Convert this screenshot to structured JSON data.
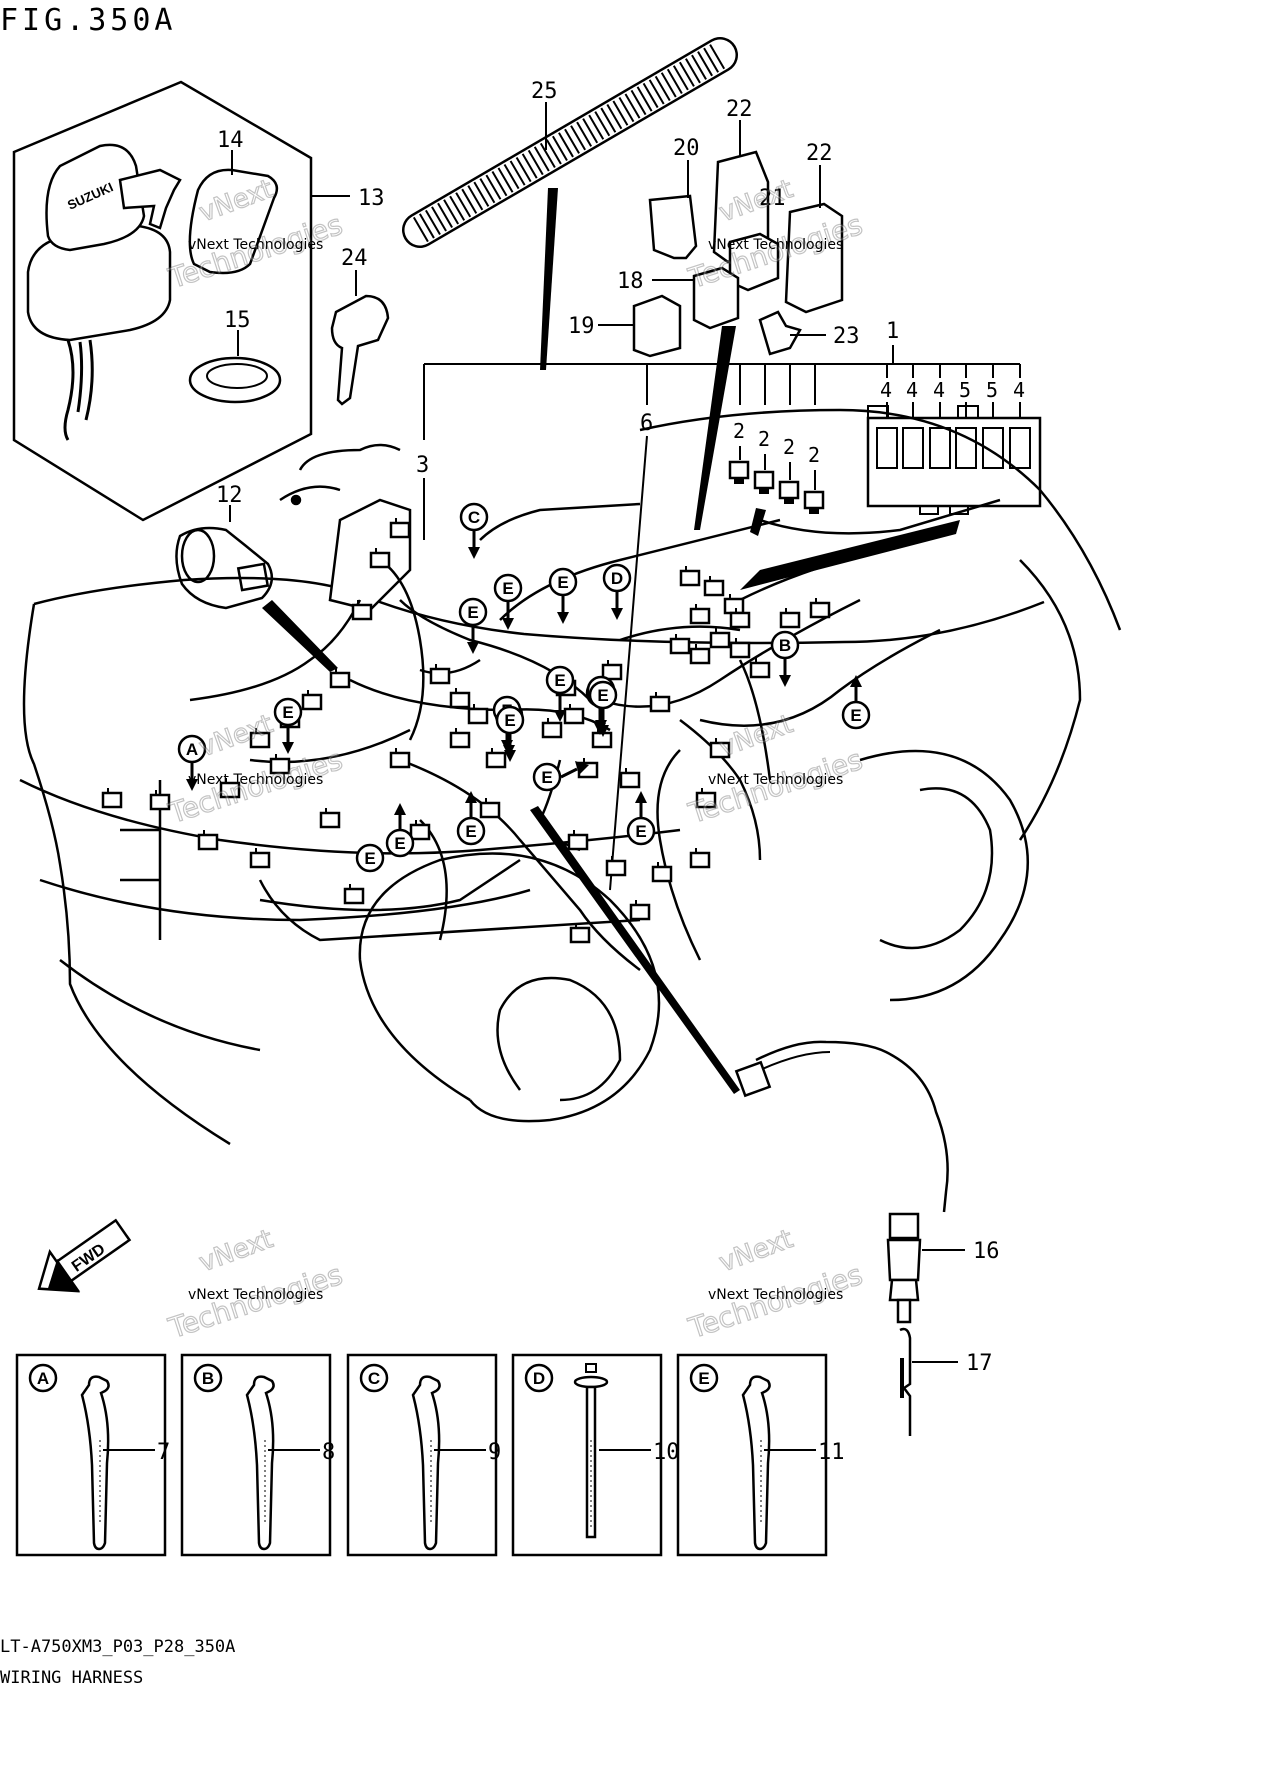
{
  "figure_title": "FIG.350A",
  "footer": {
    "code": "LT-A750XM3_P03_P28_350A",
    "name": "WIRING HARNESS"
  },
  "part_numbers": {
    "p1": "1",
    "p3": "3",
    "p6": "6",
    "p12": "12",
    "p13": "13",
    "p14": "14",
    "p15": "15",
    "p16": "16",
    "p17": "17",
    "p18": "18",
    "p19": "19",
    "p20": "20",
    "p21": "21",
    "p22": "22",
    "p23": "23",
    "p24": "24",
    "p25": "25"
  },
  "fuse_box_values": [
    "4",
    "4",
    "4",
    "5",
    "5",
    "4"
  ],
  "fuse_numbers": [
    "2",
    "2",
    "2",
    "2"
  ],
  "clamp_boxes": [
    {
      "letter": "A",
      "part": "7"
    },
    {
      "letter": "B",
      "part": "8"
    },
    {
      "letter": "C",
      "part": "9"
    },
    {
      "letter": "D",
      "part": "10"
    },
    {
      "letter": "E",
      "part": "11"
    }
  ],
  "circle_labels": {
    "A": "A",
    "B": "B",
    "C": "C",
    "D": "D",
    "E": "E"
  },
  "fwd_label": "FWD",
  "key_brand": "SUZUKI",
  "watermark": {
    "line1": "vNext",
    "line2": "vNext Technologies",
    "line3": "Technologies"
  }
}
